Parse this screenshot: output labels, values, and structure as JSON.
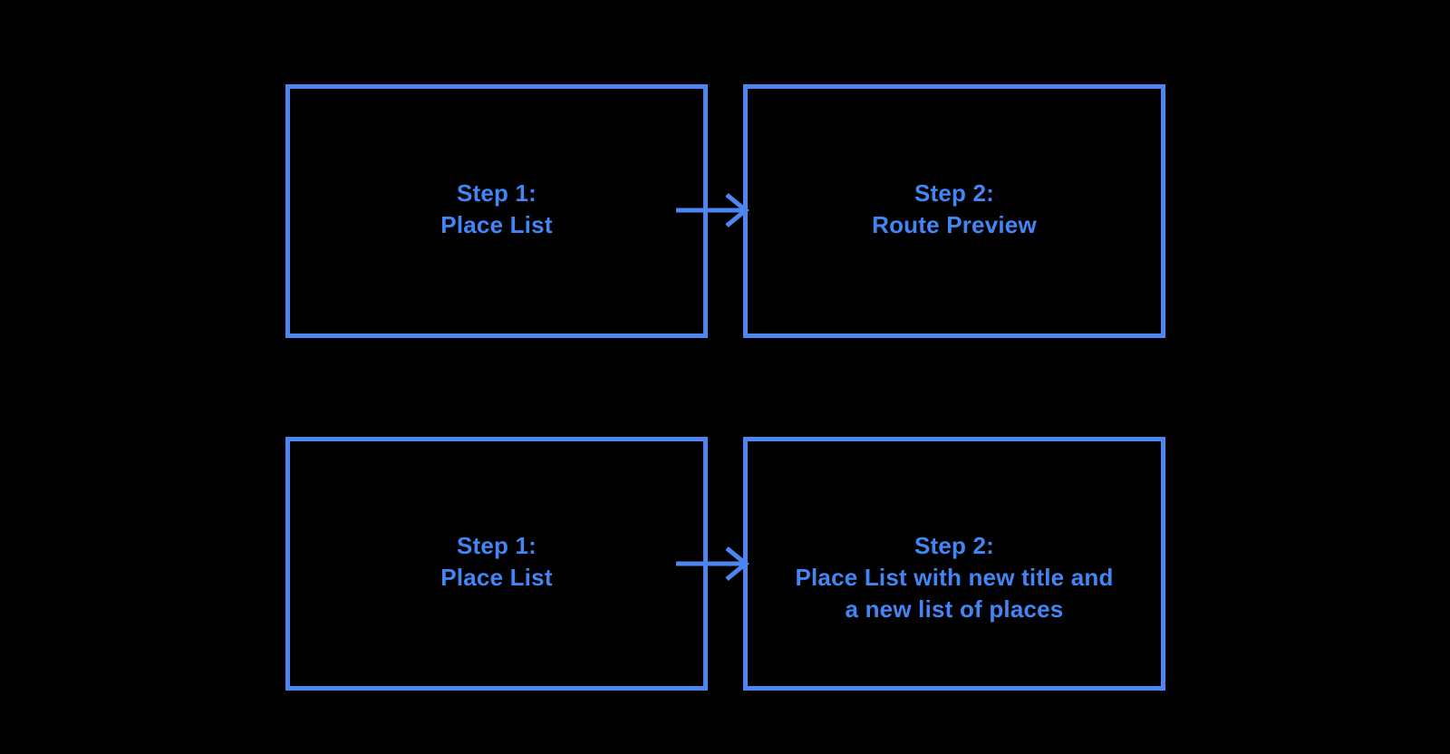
{
  "diagram": {
    "background_color": "#000000",
    "box_border_color": "#4d86f0",
    "text_color": "#4285f4",
    "arrow_color": "#4d86f0",
    "flows": [
      {
        "from": {
          "lines": [
            "Step 1:",
            "Place List"
          ]
        },
        "to": {
          "lines": [
            "Step 2:",
            "Route Preview"
          ]
        }
      },
      {
        "from": {
          "lines": [
            "Step 1:",
            "Place List"
          ]
        },
        "to": {
          "lines": [
            "Step 2:",
            "Place List with new title and",
            "a new list of places"
          ]
        }
      }
    ]
  }
}
